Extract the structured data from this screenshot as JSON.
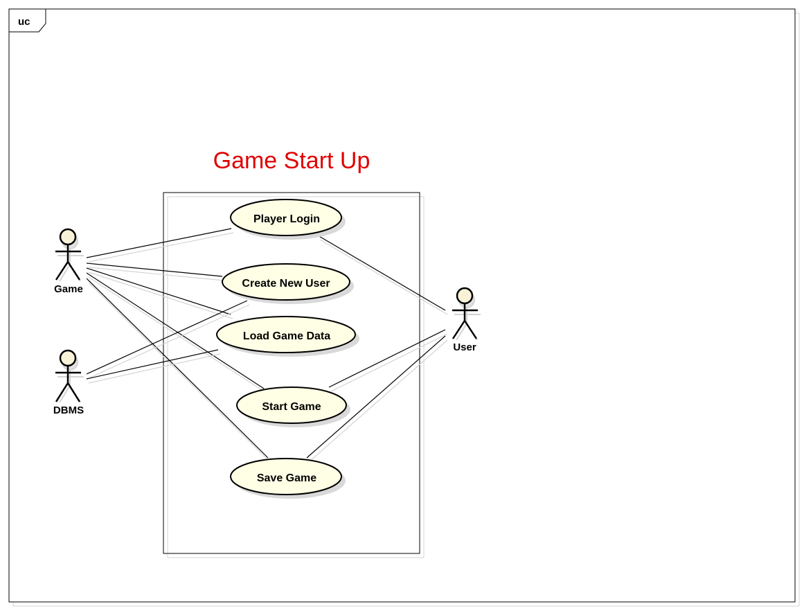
{
  "frame": {
    "tag": "uc"
  },
  "system": {
    "title": "Game Start Up",
    "title_color": "#e00000"
  },
  "colors": {
    "use_case_fill": "#ffffe6",
    "actor_head_fill": "#f8f3d8",
    "stroke": "#000000",
    "shadow": "#d4d4d4"
  },
  "actors": [
    {
      "id": "game",
      "name": "Game"
    },
    {
      "id": "dbms",
      "name": "DBMS"
    },
    {
      "id": "user",
      "name": "User"
    }
  ],
  "use_cases": [
    {
      "id": "player_login",
      "name": "Player Login"
    },
    {
      "id": "create_new_user",
      "name": "Create New User"
    },
    {
      "id": "load_game_data",
      "name": "Load Game Data"
    },
    {
      "id": "start_game",
      "name": "Start Game"
    },
    {
      "id": "save_game",
      "name": "Save Game"
    }
  ],
  "associations": [
    {
      "actor": "game",
      "use_case": "player_login"
    },
    {
      "actor": "game",
      "use_case": "create_new_user"
    },
    {
      "actor": "game",
      "use_case": "load_game_data"
    },
    {
      "actor": "game",
      "use_case": "start_game"
    },
    {
      "actor": "game",
      "use_case": "save_game"
    },
    {
      "actor": "dbms",
      "use_case": "create_new_user"
    },
    {
      "actor": "dbms",
      "use_case": "load_game_data"
    },
    {
      "actor": "user",
      "use_case": "player_login"
    },
    {
      "actor": "user",
      "use_case": "start_game"
    },
    {
      "actor": "user",
      "use_case": "save_game"
    }
  ]
}
